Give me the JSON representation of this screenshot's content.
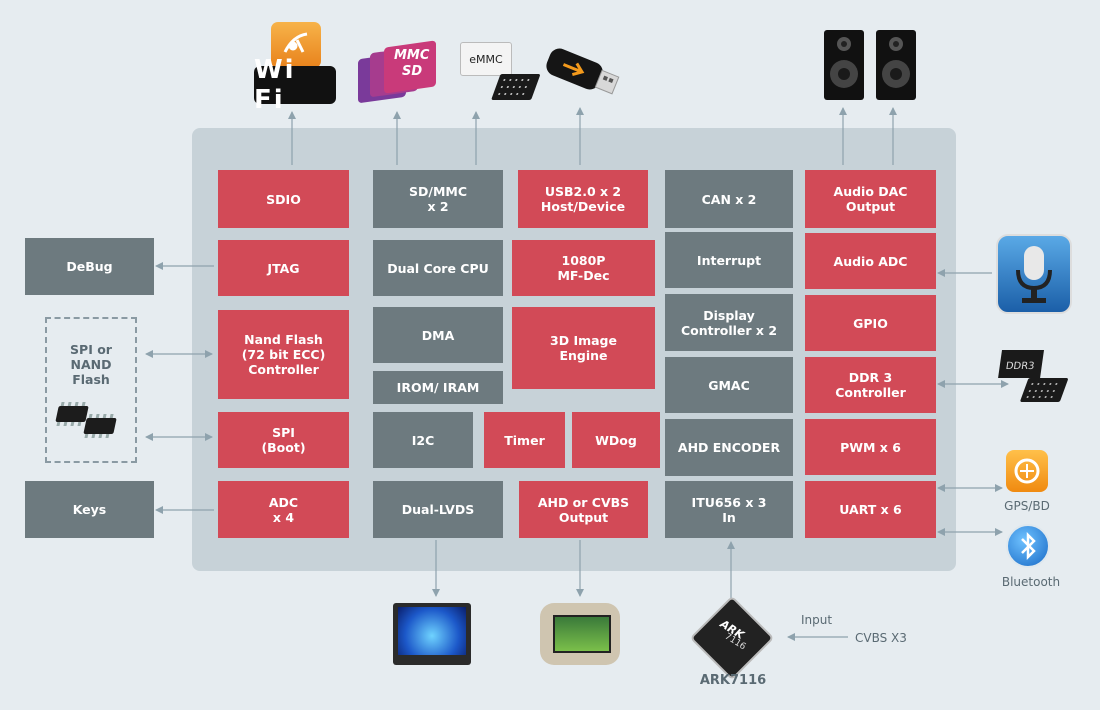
{
  "chip": {
    "blocks": {
      "sdio": "SDIO",
      "sdmmc": "SD/MMC\nx 2",
      "usb": "USB2.0 x 2\nHost/Device",
      "can": "CAN x 2",
      "audio_dac": "Audio DAC\nOutput",
      "jtag": "JTAG",
      "dual_core_cpu": "Dual Core CPU",
      "dec1080p": "1080P\nMF-Dec",
      "interrupt": "Interrupt",
      "audio_adc": "Audio ADC",
      "nand_flash": "Nand Flash\n(72 bit ECC)\nController",
      "dma": "DMA",
      "image3d": "3D Image\nEngine",
      "display_ctrl": "Display\nController x 2",
      "gpio": "GPIO",
      "irom_iram": "IROM/ IRAM",
      "gmac": "GMAC",
      "ddr3_ctrl": "DDR 3\nController",
      "spi_boot": "SPI\n(Boot)",
      "i2c": "I2C",
      "timer": "Timer",
      "wdog": "WDog",
      "ahd_encoder": "AHD ENCODER",
      "pwm": "PWM x 6",
      "adc": "ADC\nx 4",
      "dual_lvds": "Dual-LVDS",
      "ahd_cvbs_out": "AHD or CVBS\nOutput",
      "itu656": "ITU656 x 3\nIn",
      "uart": "UART x 6"
    }
  },
  "external": {
    "debug": "DeBug",
    "keys": "Keys",
    "spi_nand_flash": "SPI or\nNAND\nFlash",
    "wifi": "Wi Fi",
    "mmc": "MMC",
    "sd": "SD",
    "emmc": "eMMC",
    "ddr3": "DDR3",
    "gps_bd": "GPS/BD",
    "bluetooth": "Bluetooth",
    "ark_chip_logo": "ARK",
    "ark_chip_part": "7116",
    "ark_chip_label": "ARK7116",
    "input": "Input",
    "cvbs_x3": "CVBS X3"
  },
  "colors": {
    "background": "#e6ecf0",
    "chip_board": "#c7d2d8",
    "red_block": "#d24a57",
    "gray_block": "#6d7a7f",
    "arrow": "#8ea2ad",
    "label_text": "#5a6a73"
  },
  "icons": [
    "wifi-router-icon",
    "sd-mmc-cards-icon",
    "emmc-chip-icon",
    "usb-drive-icon",
    "speaker-icon",
    "microphone-icon",
    "ddr3-chip-icon",
    "gps-icon",
    "bluetooth-icon",
    "soic-chip-icon",
    "monitor-icon",
    "headrest-display-icon",
    "ark-chip-icon"
  ]
}
